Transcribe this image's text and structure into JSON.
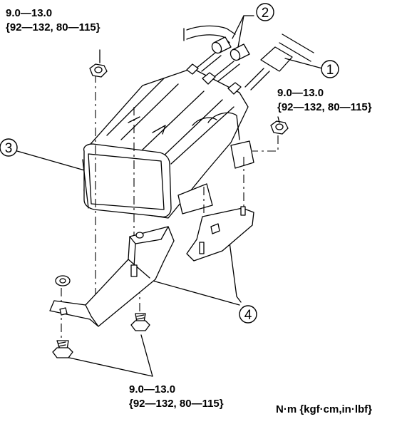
{
  "torque_specs": {
    "top_left": {
      "nm": "9.0—13.0",
      "alt": "{92—132, 80—115}"
    },
    "right": {
      "nm": "9.0—13.0",
      "alt": "{92—132, 80—115}"
    },
    "bottom": {
      "nm": "9.0—13.0",
      "alt": "{92—132, 80—115}"
    }
  },
  "units": "N·m {kgf·cm,in·lbf}",
  "callouts": [
    {
      "number": "1"
    },
    {
      "number": "2"
    },
    {
      "number": "3"
    },
    {
      "number": "4"
    }
  ]
}
